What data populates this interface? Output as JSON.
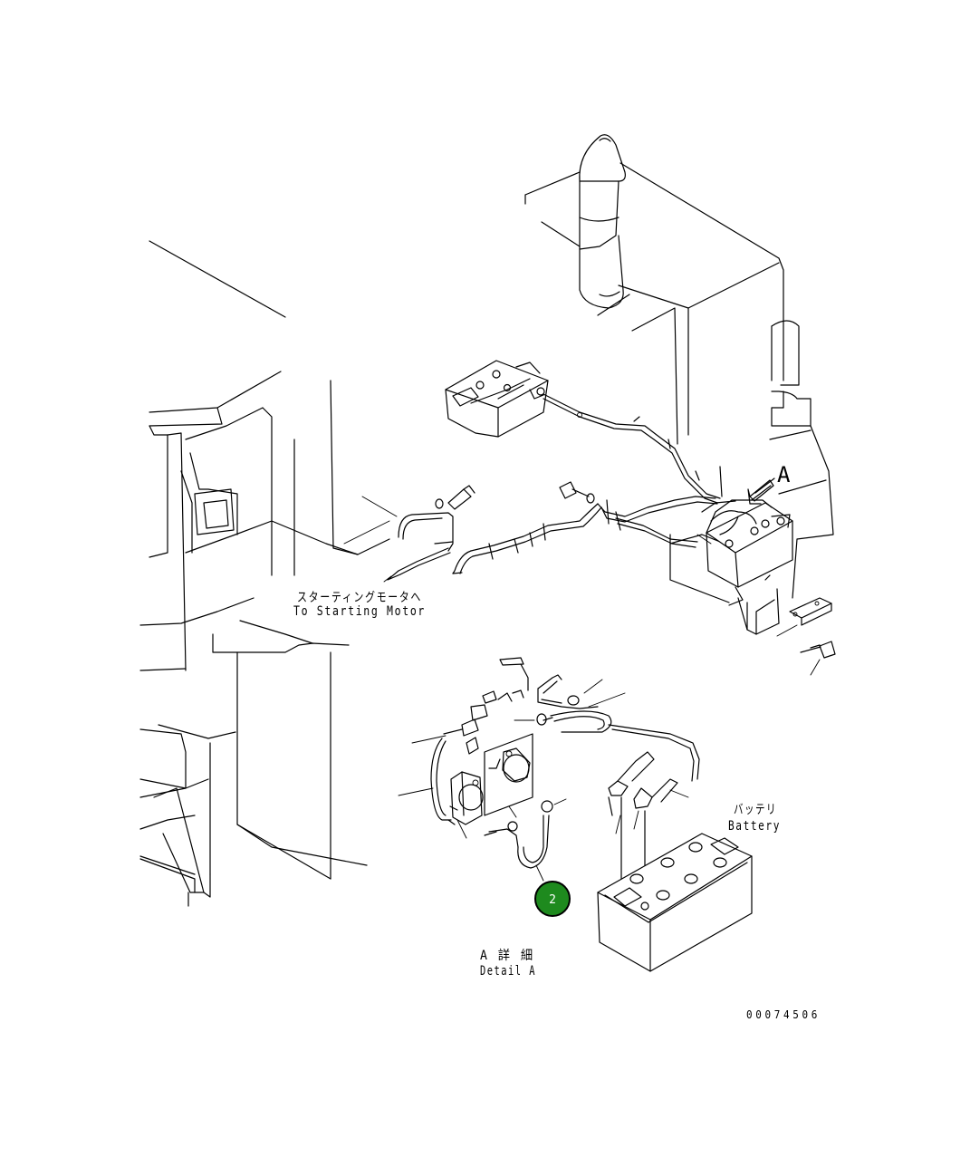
{
  "labels": {
    "starting_motor_jp": "スターティングモータヘ",
    "starting_motor_en": "To Starting Motor",
    "battery_jp": "バッテリ",
    "battery_en": "Battery",
    "detail_jp": "A 詳 細",
    "detail_en": "Detail A",
    "view_marker": "A",
    "drawing_number": "00074506"
  },
  "callout": {
    "number": "2",
    "color": "#1e8a1e"
  },
  "icons": [
    "view-arrow-icon",
    "callout-bubble"
  ]
}
